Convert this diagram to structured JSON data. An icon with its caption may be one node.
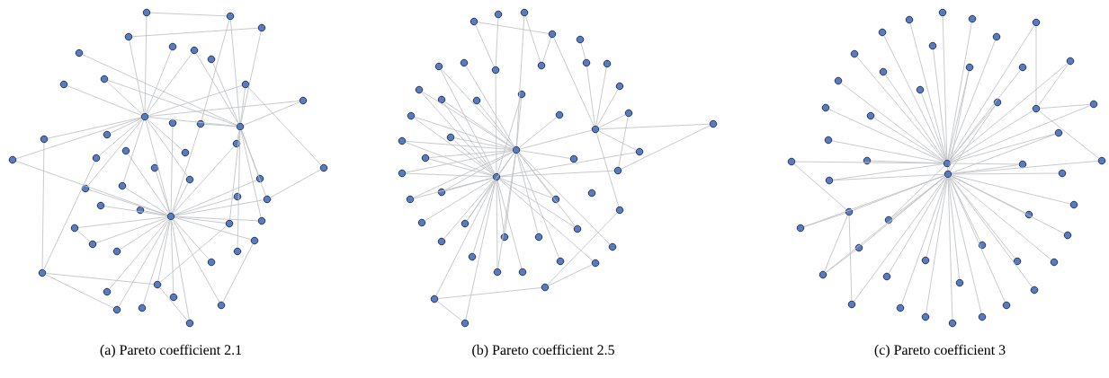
{
  "diagram": {
    "nodes": [
      {
        "text": [],
        "shape": "circle"
      },
      {
        "text": [],
        "shape": "circle"
      },
      {
        "text": [],
        "shape": "circle"
      },
      {
        "text": [],
        "shape": "circle"
      },
      {
        "text": [],
        "shape": "circle"
      },
      {
        "text": [],
        "shape": "circle"
      },
      {
        "text": [],
        "shape": "circle"
      },
      {
        "text": [],
        "shape": "circle"
      },
      {
        "text": [],
        "shape": "circle"
      },
      {
        "text": [],
        "shape": "circle"
      },
      {
        "text": [],
        "shape": "circle"
      },
      {
        "text": [],
        "shape": "circle"
      },
      {
        "text": [],
        "shape": "circle"
      },
      {
        "text": [],
        "shape": "circle"
      },
      {
        "text": [],
        "shape": "circle"
      },
      {
        "text": [],
        "shape": "circle"
      },
      {
        "text": [],
        "shape": "circle"
      },
      {
        "text": [],
        "shape": "circle"
      },
      {
        "text": [],
        "shape": "circle"
      },
      {
        "text": [],
        "shape": "circle"
      },
      {
        "text": [],
        "shape": "circle"
      },
      {
        "text": [],
        "shape": "circle"
      },
      {
        "text": [],
        "shape": "circle"
      },
      {
        "text": [],
        "shape": "circle"
      },
      {
        "text": [],
        "shape": "circle"
      },
      {
        "text": [],
        "shape": "circle"
      },
      {
        "text": [],
        "shape": "circle"
      },
      {
        "text": [],
        "shape": "circle"
      },
      {
        "text": [],
        "shape": "circle"
      },
      {
        "text": [],
        "shape": "circle"
      },
      {
        "text": [],
        "shape": "circle"
      },
      {
        "text": [],
        "shape": "circle"
      },
      {
        "text": [],
        "shape": "circle"
      },
      {
        "text": [],
        "shape": "circle"
      },
      {
        "text": [],
        "shape": "circle"
      },
      {
        "text": [],
        "shape": "circle"
      },
      {
        "text": [],
        "shape": "circle"
      },
      {
        "text": [],
        "shape": "circle"
      },
      {
        "text": [],
        "shape": "circle"
      },
      {
        "text": [],
        "shape": "circle"
      },
      {
        "text": [],
        "shape": "circle"
      },
      {
        "text": [],
        "shape": "circle"
      },
      {
        "text": [],
        "shape": "circle"
      },
      {
        "text": [],
        "shape": "circle"
      },
      {
        "text": [],
        "shape": "circle"
      },
      {
        "text": [],
        "shape": "circle"
      },
      {
        "text": [],
        "shape": "circle"
      },
      {
        "text": [],
        "shape": "circle"
      },
      {
        "text": [],
        "shape": "circle"
      },
      {
        "text": [],
        "shape": "circle"
      },
      {
        "text": [],
        "shape": "circle"
      },
      {
        "text": [],
        "shape": "circle"
      },
      {
        "text": [],
        "shape": "circle"
      },
      {
        "text": [],
        "shape": "circle"
      },
      {
        "text": [],
        "shape": "circle"
      },
      {
        "text": [],
        "shape": "circle"
      },
      {
        "text": [],
        "shape": "circle"
      },
      {
        "text": [],
        "shape": "circle"
      },
      {
        "text": [],
        "shape": "circle"
      },
      {
        "text": [],
        "shape": "circle"
      },
      {
        "text": [],
        "shape": "circle"
      },
      {
        "text": [],
        "shape": "circle"
      },
      {
        "text": [],
        "shape": "circle"
      },
      {
        "text": [],
        "shape": "circle"
      },
      {
        "text": [],
        "shape": "circle"
      },
      {
        "text": [],
        "shape": "circle"
      },
      {
        "text": [],
        "shape": "circle"
      },
      {
        "text": [],
        "shape": "circle"
      },
      {
        "text": [],
        "shape": "circle"
      },
      {
        "text": [],
        "shape": "circle"
      },
      {
        "text": [],
        "shape": "circle"
      },
      {
        "text": [],
        "shape": "circle"
      },
      {
        "text": [],
        "shape": "circle"
      },
      {
        "text": [],
        "shape": "circle"
      },
      {
        "text": [],
        "shape": "circle"
      },
      {
        "text": [],
        "shape": "circle"
      },
      {
        "text": [],
        "shape": "circle"
      },
      {
        "text": [],
        "shape": "circle"
      },
      {
        "text": [],
        "shape": "circle"
      },
      {
        "text": [],
        "shape": "circle"
      },
      {
        "text": [],
        "shape": "circle"
      },
      {
        "text": [],
        "shape": "circle"
      },
      {
        "text": [],
        "shape": "circle"
      },
      {
        "text": [],
        "shape": "circle"
      },
      {
        "text": [],
        "shape": "circle"
      },
      {
        "text": [],
        "shape": "circle"
      },
      {
        "text": [],
        "shape": "circle"
      },
      {
        "text": [],
        "shape": "circle"
      },
      {
        "text": [],
        "shape": "circle"
      },
      {
        "text": [],
        "shape": "circle"
      },
      {
        "text": [],
        "shape": "circle"
      },
      {
        "text": [],
        "shape": "circle"
      },
      {
        "text": [],
        "shape": "circle"
      },
      {
        "text": [],
        "shape": "circle"
      },
      {
        "text": [],
        "shape": "circle"
      },
      {
        "text": [],
        "shape": "circle"
      },
      {
        "text": [],
        "shape": "circle"
      },
      {
        "text": [],
        "shape": "circle"
      },
      {
        "text": [],
        "shape": "circle"
      },
      {
        "text": [],
        "shape": "circle"
      },
      {
        "text": [],
        "shape": "circle"
      },
      {
        "text": [],
        "shape": "circle"
      },
      {
        "text": [],
        "shape": "circle"
      },
      {
        "text": [],
        "shape": "circle"
      },
      {
        "text": [],
        "shape": "circle"
      },
      {
        "text": [],
        "shape": "circle"
      },
      {
        "text": [],
        "shape": "circle"
      },
      {
        "text": [],
        "shape": "circle"
      },
      {
        "text": [],
        "shape": "circle"
      },
      {
        "text": [],
        "shape": "circle"
      },
      {
        "text": [],
        "shape": "circle"
      },
      {
        "text": [],
        "shape": "circle"
      },
      {
        "text": [],
        "shape": "circle"
      },
      {
        "text": [],
        "shape": "circle"
      },
      {
        "text": [],
        "shape": "circle"
      },
      {
        "text": [],
        "shape": "circle"
      },
      {
        "text": [],
        "shape": "circle"
      },
      {
        "text": [],
        "shape": "circle"
      },
      {
        "text": [],
        "shape": "circle"
      },
      {
        "text": [],
        "shape": "circle"
      },
      {
        "text": [],
        "shape": "circle"
      },
      {
        "text": [],
        "shape": "circle"
      },
      {
        "text": [],
        "shape": "circle"
      },
      {
        "text": [],
        "shape": "circle"
      },
      {
        "text": [],
        "shape": "circle"
      },
      {
        "text": [],
        "shape": "circle"
      },
      {
        "text": [],
        "shape": "circle"
      },
      {
        "text": [],
        "shape": "circle"
      },
      {
        "text": [],
        "shape": "circle"
      },
      {
        "text": [],
        "shape": "circle"
      },
      {
        "text": [],
        "shape": "circle"
      },
      {
        "text": [],
        "shape": "circle"
      },
      {
        "text": [],
        "shape": "circle"
      },
      {
        "text": [],
        "shape": "circle"
      },
      {
        "text": [],
        "shape": "circle"
      },
      {
        "text": [],
        "shape": "circle"
      },
      {
        "text": [],
        "shape": "circle"
      },
      {
        "text": [],
        "shape": "circle"
      },
      {
        "text": [],
        "shape": "circle"
      },
      {
        "text": [],
        "shape": "circle"
      },
      {
        "text": [],
        "shape": "circle"
      },
      {
        "text": [],
        "shape": "circle"
      },
      {
        "text": [],
        "shape": "circle"
      },
      {
        "text": [],
        "shape": "circle"
      },
      {
        "text": [],
        "shape": "circle"
      },
      {
        "text": [],
        "shape": "circle"
      },
      {
        "text": [],
        "shape": "circle"
      },
      {
        "text": [],
        "shape": "circle"
      },
      {
        "text": [],
        "shape": "circle"
      },
      {
        "text": [],
        "shape": "circle"
      }
    ],
    "edges": [
      {
        "from": 12,
        "to": 0,
        "arrow": "none"
      },
      {
        "from": 12,
        "to": 3,
        "arrow": "none"
      },
      {
        "from": 12,
        "to": 4,
        "arrow": "none"
      },
      {
        "from": 12,
        "to": 5,
        "arrow": "none"
      },
      {
        "from": 12,
        "to": 8,
        "arrow": "none"
      },
      {
        "from": 12,
        "to": 9,
        "arrow": "none"
      },
      {
        "from": 12,
        "to": 16,
        "arrow": "none"
      },
      {
        "from": 12,
        "to": 20,
        "arrow": "none"
      },
      {
        "from": 12,
        "to": 21,
        "arrow": "none"
      },
      {
        "from": 12,
        "to": 26,
        "arrow": "none"
      },
      {
        "from": 12,
        "to": 27,
        "arrow": "none"
      },
      {
        "from": 12,
        "to": 17,
        "arrow": "none"
      },
      {
        "from": 12,
        "to": 19,
        "arrow": "none"
      },
      {
        "from": 12,
        "to": 15,
        "arrow": "none"
      },
      {
        "from": 12,
        "to": 11,
        "arrow": "none"
      },
      {
        "from": 12,
        "to": 10,
        "arrow": "none"
      },
      {
        "from": 12,
        "to": 24,
        "arrow": "none"
      },
      {
        "from": 33,
        "to": 12,
        "arrow": "none"
      },
      {
        "from": 33,
        "to": 13,
        "arrow": "none"
      },
      {
        "from": 33,
        "to": 14,
        "arrow": "none"
      },
      {
        "from": 33,
        "to": 18,
        "arrow": "none"
      },
      {
        "from": 33,
        "to": 22,
        "arrow": "none"
      },
      {
        "from": 33,
        "to": 23,
        "arrow": "none"
      },
      {
        "from": 33,
        "to": 24,
        "arrow": "none"
      },
      {
        "from": 33,
        "to": 26,
        "arrow": "none"
      },
      {
        "from": 33,
        "to": 27,
        "arrow": "none"
      },
      {
        "from": 33,
        "to": 31,
        "arrow": "none"
      },
      {
        "from": 33,
        "to": 32,
        "arrow": "none"
      },
      {
        "from": 33,
        "to": 36,
        "arrow": "none"
      },
      {
        "from": 33,
        "to": 37,
        "arrow": "none"
      },
      {
        "from": 33,
        "to": 38,
        "arrow": "none"
      },
      {
        "from": 33,
        "to": 28,
        "arrow": "none"
      },
      {
        "from": 33,
        "to": 29,
        "arrow": "none"
      },
      {
        "from": 33,
        "to": 30,
        "arrow": "none"
      },
      {
        "from": 33,
        "to": 34,
        "arrow": "none"
      },
      {
        "from": 33,
        "to": 35,
        "arrow": "none"
      },
      {
        "from": 33,
        "to": 39,
        "arrow": "none"
      },
      {
        "from": 33,
        "to": 41,
        "arrow": "none"
      },
      {
        "from": 33,
        "to": 43,
        "arrow": "none"
      },
      {
        "from": 33,
        "to": 44,
        "arrow": "none"
      },
      {
        "from": 33,
        "to": 45,
        "arrow": "none"
      },
      {
        "from": 33,
        "to": 46,
        "arrow": "none"
      },
      {
        "from": 33,
        "to": 47,
        "arrow": "none"
      },
      {
        "from": 33,
        "to": 49,
        "arrow": "none"
      },
      {
        "from": 33,
        "to": 48,
        "arrow": "none"
      },
      {
        "from": 33,
        "to": 20,
        "arrow": "none"
      },
      {
        "from": 15,
        "to": 1,
        "arrow": "none"
      },
      {
        "from": 15,
        "to": 2,
        "arrow": "none"
      },
      {
        "from": 15,
        "to": 5,
        "arrow": "none"
      },
      {
        "from": 15,
        "to": 6,
        "arrow": "none"
      },
      {
        "from": 15,
        "to": 7,
        "arrow": "none"
      },
      {
        "from": 15,
        "to": 10,
        "arrow": "none"
      },
      {
        "from": 15,
        "to": 11,
        "arrow": "none"
      },
      {
        "from": 15,
        "to": 14,
        "arrow": "none"
      },
      {
        "from": 15,
        "to": 23,
        "arrow": "none"
      },
      {
        "from": 15,
        "to": 28,
        "arrow": "none"
      },
      {
        "from": 15,
        "to": 35,
        "arrow": "none"
      },
      {
        "from": 15,
        "to": 30,
        "arrow": "none"
      },
      {
        "from": 15,
        "to": 34,
        "arrow": "none"
      },
      {
        "from": 15,
        "to": 40,
        "arrow": "none"
      },
      {
        "from": 15,
        "to": 8,
        "arrow": "none"
      },
      {
        "from": 0,
        "to": 1,
        "arrow": "none"
      },
      {
        "from": 3,
        "to": 2,
        "arrow": "none"
      },
      {
        "from": 1,
        "to": 14,
        "arrow": "none"
      },
      {
        "from": 42,
        "to": 16,
        "arrow": "none"
      },
      {
        "from": 42,
        "to": 21,
        "arrow": "none"
      },
      {
        "from": 42,
        "to": 43,
        "arrow": "none"
      },
      {
        "from": 42,
        "to": 46,
        "arrow": "none"
      },
      {
        "from": 43,
        "to": 49,
        "arrow": "none"
      },
      {
        "from": 10,
        "to": 25,
        "arrow": "none"
      },
      {
        "from": 25,
        "to": 30,
        "arrow": "none"
      },
      {
        "from": 34,
        "to": 43,
        "arrow": "none"
      },
      {
        "from": 39,
        "to": 48,
        "arrow": "none"
      },
      {
        "from": 36,
        "to": 37,
        "arrow": "none"
      },
      {
        "from": 50,
        "to": 53,
        "arrow": "none"
      },
      {
        "from": 50,
        "to": 57,
        "arrow": "none"
      },
      {
        "from": 51,
        "to": 57,
        "arrow": "none"
      },
      {
        "from": 52,
        "to": 73,
        "arrow": "none"
      },
      {
        "from": 52,
        "to": 58,
        "arrow": "none"
      },
      {
        "from": 53,
        "to": 58,
        "arrow": "none"
      },
      {
        "from": 53,
        "to": 69,
        "arrow": "none"
      },
      {
        "from": 54,
        "to": 59,
        "arrow": "none"
      },
      {
        "from": 59,
        "to": 69,
        "arrow": "none"
      },
      {
        "from": 60,
        "to": 69,
        "arrow": "none"
      },
      {
        "from": 65,
        "to": 69,
        "arrow": "none"
      },
      {
        "from": 68,
        "to": 69,
        "arrow": "none"
      },
      {
        "from": 68,
        "to": 79,
        "arrow": "none"
      },
      {
        "from": 69,
        "to": 70,
        "arrow": "none"
      },
      {
        "from": 69,
        "to": 74,
        "arrow": "none"
      },
      {
        "from": 69,
        "to": 86,
        "arrow": "none"
      },
      {
        "from": 69,
        "to": 73,
        "arrow": "none"
      },
      {
        "from": 70,
        "to": 79,
        "arrow": "none"
      },
      {
        "from": 86,
        "to": 97,
        "arrow": "none"
      },
      {
        "from": 97,
        "to": 98,
        "arrow": "none"
      },
      {
        "from": 97,
        "to": 94,
        "arrow": "none"
      },
      {
        "from": 98,
        "to": 99,
        "arrow": "none"
      },
      {
        "from": 98,
        "to": 78,
        "arrow": "none"
      },
      {
        "from": 99,
        "to": 78,
        "arrow": "none"
      },
      {
        "from": 73,
        "to": 55,
        "arrow": "none"
      },
      {
        "from": 73,
        "to": 56,
        "arrow": "none"
      },
      {
        "from": 73,
        "to": 61,
        "arrow": "none"
      },
      {
        "from": 73,
        "to": 62,
        "arrow": "none"
      },
      {
        "from": 73,
        "to": 63,
        "arrow": "none"
      },
      {
        "from": 73,
        "to": 64,
        "arrow": "none"
      },
      {
        "from": 73,
        "to": 66,
        "arrow": "none"
      },
      {
        "from": 73,
        "to": 67,
        "arrow": "none"
      },
      {
        "from": 73,
        "to": 71,
        "arrow": "none"
      },
      {
        "from": 73,
        "to": 72,
        "arrow": "none"
      },
      {
        "from": 73,
        "to": 75,
        "arrow": "none"
      },
      {
        "from": 73,
        "to": 77,
        "arrow": "none"
      },
      {
        "from": 73,
        "to": 80,
        "arrow": "none"
      },
      {
        "from": 73,
        "to": 81,
        "arrow": "none"
      },
      {
        "from": 73,
        "to": 76,
        "arrow": "none"
      },
      {
        "from": 73,
        "to": 78,
        "arrow": "none"
      },
      {
        "from": 73,
        "to": 82,
        "arrow": "none"
      },
      {
        "from": 73,
        "to": 87,
        "arrow": "none"
      },
      {
        "from": 73,
        "to": 89,
        "arrow": "none"
      },
      {
        "from": 73,
        "to": 90,
        "arrow": "none"
      },
      {
        "from": 73,
        "to": 93,
        "arrow": "none"
      },
      {
        "from": 73,
        "to": 95,
        "arrow": "none"
      },
      {
        "from": 73,
        "to": 85,
        "arrow": "none"
      },
      {
        "from": 73,
        "to": 91,
        "arrow": "none"
      },
      {
        "from": 78,
        "to": 55,
        "arrow": "none"
      },
      {
        "from": 78,
        "to": 61,
        "arrow": "none"
      },
      {
        "from": 78,
        "to": 62,
        "arrow": "none"
      },
      {
        "from": 78,
        "to": 66,
        "arrow": "none"
      },
      {
        "from": 78,
        "to": 71,
        "arrow": "none"
      },
      {
        "from": 78,
        "to": 72,
        "arrow": "none"
      },
      {
        "from": 78,
        "to": 75,
        "arrow": "none"
      },
      {
        "from": 78,
        "to": 77,
        "arrow": "none"
      },
      {
        "from": 78,
        "to": 80,
        "arrow": "none"
      },
      {
        "from": 78,
        "to": 81,
        "arrow": "none"
      },
      {
        "from": 78,
        "to": 84,
        "arrow": "none"
      },
      {
        "from": 78,
        "to": 85,
        "arrow": "none"
      },
      {
        "from": 78,
        "to": 88,
        "arrow": "none"
      },
      {
        "from": 78,
        "to": 89,
        "arrow": "none"
      },
      {
        "from": 78,
        "to": 92,
        "arrow": "none"
      },
      {
        "from": 78,
        "to": 95,
        "arrow": "none"
      },
      {
        "from": 78,
        "to": 96,
        "arrow": "none"
      },
      {
        "from": 78,
        "to": 94,
        "arrow": "none"
      },
      {
        "from": 78,
        "to": 82,
        "arrow": "none"
      },
      {
        "from": 78,
        "to": 87,
        "arrow": "none"
      },
      {
        "from": 78,
        "to": 79,
        "arrow": "none"
      },
      {
        "from": 78,
        "to": 74,
        "arrow": "none"
      },
      {
        "from": 78,
        "to": 57,
        "arrow": "none"
      },
      {
        "from": 78,
        "to": 64,
        "arrow": "none"
      },
      {
        "from": 121,
        "to": 100,
        "arrow": "none"
      },
      {
        "from": 121,
        "to": 101,
        "arrow": "none"
      },
      {
        "from": 121,
        "to": 102,
        "arrow": "none"
      },
      {
        "from": 121,
        "to": 103,
        "arrow": "none"
      },
      {
        "from": 121,
        "to": 104,
        "arrow": "none"
      },
      {
        "from": 121,
        "to": 105,
        "arrow": "none"
      },
      {
        "from": 121,
        "to": 106,
        "arrow": "none"
      },
      {
        "from": 121,
        "to": 107,
        "arrow": "none"
      },
      {
        "from": 121,
        "to": 108,
        "arrow": "none"
      },
      {
        "from": 121,
        "to": 109,
        "arrow": "none"
      },
      {
        "from": 121,
        "to": 110,
        "arrow": "none"
      },
      {
        "from": 121,
        "to": 111,
        "arrow": "none"
      },
      {
        "from": 121,
        "to": 112,
        "arrow": "none"
      },
      {
        "from": 121,
        "to": 113,
        "arrow": "none"
      },
      {
        "from": 121,
        "to": 114,
        "arrow": "none"
      },
      {
        "from": 121,
        "to": 115,
        "arrow": "none"
      },
      {
        "from": 121,
        "to": 116,
        "arrow": "none"
      },
      {
        "from": 121,
        "to": 117,
        "arrow": "none"
      },
      {
        "from": 121,
        "to": 118,
        "arrow": "none"
      },
      {
        "from": 121,
        "to": 119,
        "arrow": "none"
      },
      {
        "from": 121,
        "to": 120,
        "arrow": "none"
      },
      {
        "from": 121,
        "to": 123,
        "arrow": "none"
      },
      {
        "from": 121,
        "to": 124,
        "arrow": "none"
      },
      {
        "from": 121,
        "to": 125,
        "arrow": "none"
      },
      {
        "from": 121,
        "to": 128,
        "arrow": "none"
      },
      {
        "from": 121,
        "to": 133,
        "arrow": "none"
      },
      {
        "from": 122,
        "to": 125,
        "arrow": "none"
      },
      {
        "from": 122,
        "to": 126,
        "arrow": "none"
      },
      {
        "from": 122,
        "to": 127,
        "arrow": "none"
      },
      {
        "from": 122,
        "to": 128,
        "arrow": "none"
      },
      {
        "from": 122,
        "to": 129,
        "arrow": "none"
      },
      {
        "from": 122,
        "to": 130,
        "arrow": "none"
      },
      {
        "from": 122,
        "to": 131,
        "arrow": "none"
      },
      {
        "from": 122,
        "to": 132,
        "arrow": "none"
      },
      {
        "from": 122,
        "to": 133,
        "arrow": "none"
      },
      {
        "from": 122,
        "to": 134,
        "arrow": "none"
      },
      {
        "from": 122,
        "to": 135,
        "arrow": "none"
      },
      {
        "from": 122,
        "to": 136,
        "arrow": "none"
      },
      {
        "from": 122,
        "to": 137,
        "arrow": "none"
      },
      {
        "from": 122,
        "to": 138,
        "arrow": "none"
      },
      {
        "from": 122,
        "to": 139,
        "arrow": "none"
      },
      {
        "from": 122,
        "to": 140,
        "arrow": "none"
      },
      {
        "from": 122,
        "to": 141,
        "arrow": "none"
      },
      {
        "from": 122,
        "to": 142,
        "arrow": "none"
      },
      {
        "from": 122,
        "to": 143,
        "arrow": "none"
      },
      {
        "from": 122,
        "to": 144,
        "arrow": "none"
      },
      {
        "from": 122,
        "to": 145,
        "arrow": "none"
      },
      {
        "from": 122,
        "to": 146,
        "arrow": "none"
      },
      {
        "from": 122,
        "to": 147,
        "arrow": "none"
      },
      {
        "from": 122,
        "to": 148,
        "arrow": "none"
      },
      {
        "from": 122,
        "to": 149,
        "arrow": "none"
      },
      {
        "from": 122,
        "to": 108,
        "arrow": "none"
      },
      {
        "from": 122,
        "to": 114,
        "arrow": "none"
      },
      {
        "from": 122,
        "to": 119,
        "arrow": "none"
      },
      {
        "from": 103,
        "to": 116,
        "arrow": "none"
      },
      {
        "from": 110,
        "to": 116,
        "arrow": "none"
      },
      {
        "from": 117,
        "to": 116,
        "arrow": "none"
      },
      {
        "from": 116,
        "to": 126,
        "arrow": "none"
      },
      {
        "from": 123,
        "to": 130,
        "arrow": "none"
      },
      {
        "from": 130,
        "to": 132,
        "arrow": "none"
      },
      {
        "from": 130,
        "to": 140,
        "arrow": "none"
      },
      {
        "from": 130,
        "to": 144,
        "arrow": "none"
      },
      {
        "from": 136,
        "to": 140,
        "arrow": "none"
      },
      {
        "from": 121,
        "to": 122,
        "arrow": "none"
      }
    ],
    "labels": [
      "(a) Pareto coefficient 2.1",
      "(b) Pareto coefficient 2.5",
      "(c) Pareto coefficient 3"
    ]
  }
}
